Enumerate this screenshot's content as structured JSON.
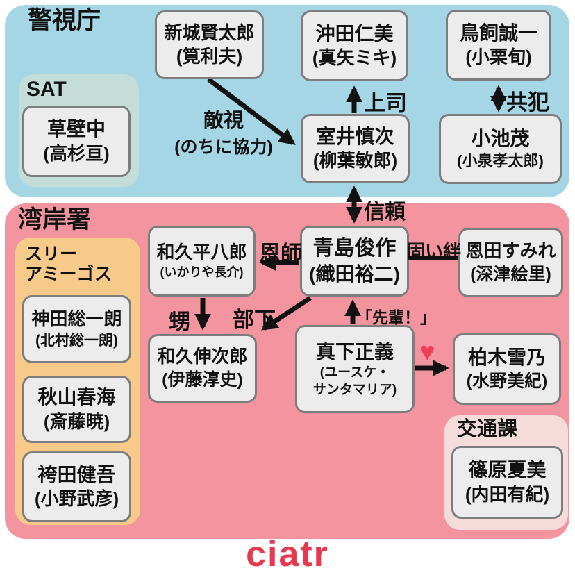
{
  "watermark": "ciatr",
  "keishicho": {
    "label": "警視庁",
    "sat": {
      "label": "SAT",
      "member": {
        "name": "草壁中",
        "actor": "(高杉亘)"
      }
    },
    "members": {
      "shinjo": {
        "name": "新城賢太郎",
        "actor": "(筧利夫)"
      },
      "okita": {
        "name": "沖田仁美",
        "actor": "(真矢ミキ)"
      },
      "torikai": {
        "name": "鳥飼誠一",
        "actor": "(小栗旬)"
      },
      "muroi": {
        "name": "室井慎次",
        "actor": "(柳葉敏郎)"
      },
      "koike": {
        "name": "小池茂",
        "actor": "(小泉孝太郎)"
      }
    }
  },
  "wangansho": {
    "label": "湾岸署",
    "three_amigos": {
      "label_line1": "スリー",
      "label_line2": "アミーゴス",
      "members": [
        {
          "name": "神田総一朗",
          "actor": "(北村総一朗)"
        },
        {
          "name": "秋山春海",
          "actor": "(斎藤暁)"
        },
        {
          "name": "袴田健吾",
          "actor": "(小野武彦)"
        }
      ]
    },
    "members": {
      "waku_sr": {
        "name": "和久平八郎",
        "actor": "(いかりや長介)"
      },
      "aoshima": {
        "name": "青島俊作",
        "actor": "(織田裕二)"
      },
      "onda": {
        "name": "恩田すみれ",
        "actor": "(深津絵里)"
      },
      "waku_jr": {
        "name": "和久伸次郎",
        "actor": "(伊藤淳史)"
      },
      "mashita": {
        "name": "真下正義",
        "actor_line1": "(ユースケ・",
        "actor_line2": "サンタマリア)"
      },
      "kashiwagi": {
        "name": "柏木雪乃",
        "actor": "(水野美紀)"
      }
    },
    "koutsuka": {
      "label": "交通課",
      "member": {
        "name": "篠原夏美",
        "actor": "(内田有紀)"
      }
    }
  },
  "relations": {
    "tekishi_line1": "敵視",
    "tekishi_line2": "(のちに協力)",
    "joshi": "上司",
    "kyohan": "共犯",
    "shinrai": "信頼",
    "onshi": "恩師",
    "kataikizuna": "固い絆",
    "oi": "甥",
    "buka": "部下",
    "senpai": "「先輩！」",
    "heart": "♥"
  },
  "colors": {
    "keishicho_bg": "#a4d6e6",
    "sat_bg": "#c4ddd6",
    "wangansho_bg": "#f4949f",
    "three_amigos_bg": "#f7ca8a",
    "koutsuka_bg": "#f5dcdb",
    "card_bg": "#ececec",
    "card_border": "#7d7d7d",
    "arrow": "#111111",
    "heart": "#ef3f58",
    "logo": "#e73850"
  }
}
